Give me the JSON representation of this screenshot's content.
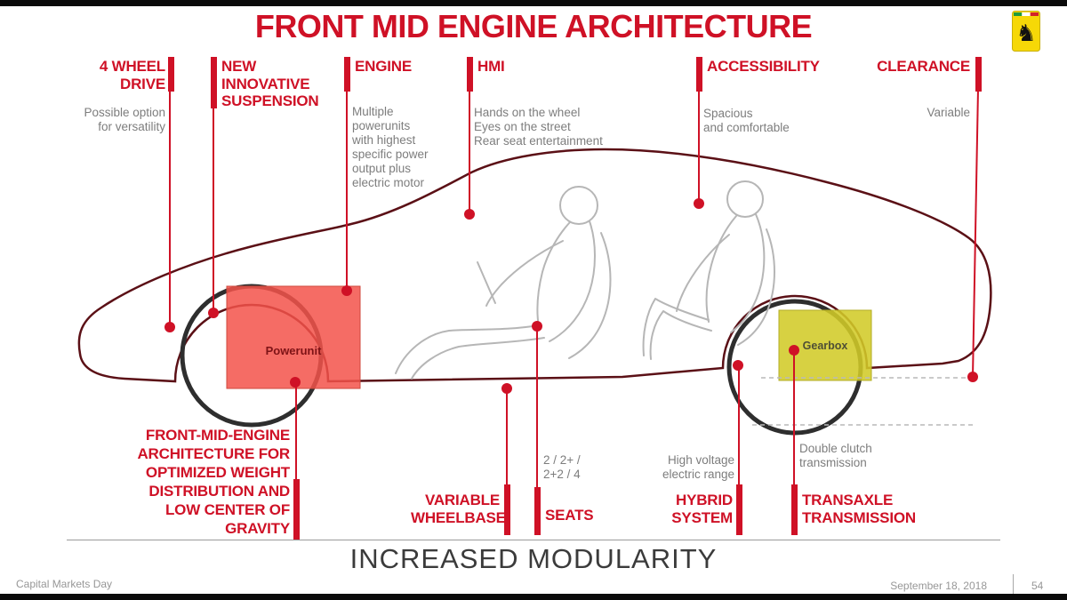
{
  "title": "FRONT MID ENGINE ARCHITECTURE",
  "colors": {
    "accent_red": "#cf1126",
    "car_outline": "#5b1016",
    "powerunit_fill": "#f3524a",
    "gearbox_fill": "#d1cb28",
    "text_gray": "#7d7d7d"
  },
  "icons": {
    "logo_horse": "♞"
  },
  "top_callouts": {
    "four_wheel_drive": {
      "label": "4 WHEEL\nDRIVE",
      "desc": "Possible option\nfor versatility"
    },
    "suspension": {
      "label": "NEW\nINNOVATIVE\nSUSPENSION"
    },
    "engine": {
      "label": "ENGINE",
      "desc": "Multiple\npowerunits\nwith highest\nspecific power\noutput plus\nelectric motor"
    },
    "hmi": {
      "label": "HMI",
      "desc": "Hands on the wheel\nEyes on the street\nRear seat entertainment"
    },
    "accessibility": {
      "label": "ACCESSIBILITY",
      "desc": "Spacious\nand comfortable"
    },
    "clearance": {
      "label": "CLEARANCE",
      "desc": "Variable"
    }
  },
  "bottom_callouts": {
    "front_mid_engine": {
      "label": "FRONT-MID-ENGINE\nARCHITECTURE FOR\nOPTIMIZED WEIGHT\nDISTRIBUTION AND\nLOW CENTER OF\nGRAVITY"
    },
    "variable_wheelbase": {
      "label": "VARIABLE\nWHEELBASE"
    },
    "seats": {
      "label": "SEATS",
      "desc": "2 / 2+ /\n2+2 / 4"
    },
    "hybrid_system": {
      "label": "HYBRID\nSYSTEM",
      "desc": "High voltage\nelectric range"
    },
    "transaxle": {
      "label": "TRANSAXLE\nTRANSMISSION",
      "desc": "Double clutch\ntransmission"
    }
  },
  "diagram": {
    "powerunit": "Powerunit",
    "gearbox": "Gearbox"
  },
  "banner": "INCREASED MODULARITY",
  "footer": {
    "left": "Capital Markets Day",
    "date": "September 18, 2018",
    "page": "54"
  }
}
